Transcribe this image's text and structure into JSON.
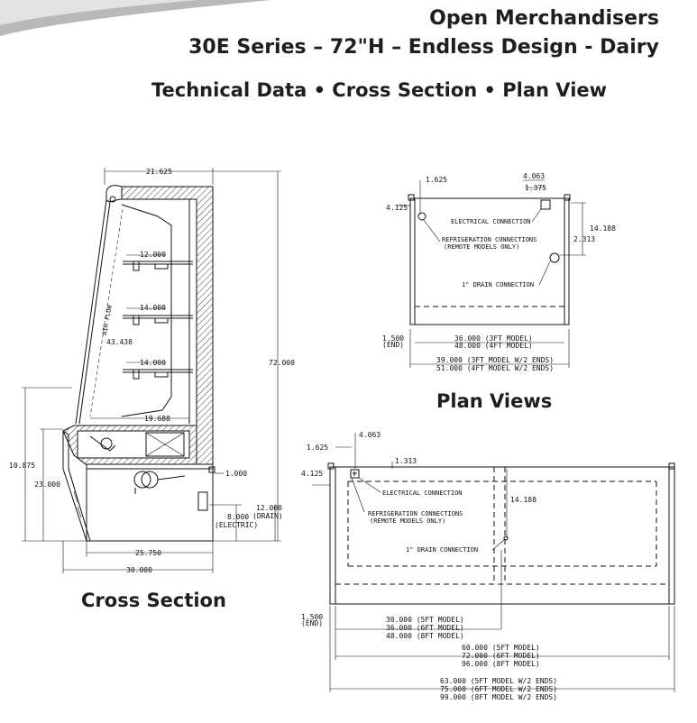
{
  "header": {
    "line1": "Open Merchandisers",
    "line2": "30E Series – 72\"H – Endless Design - Dairy",
    "line3": "Technical Data • Cross Section • Plan View"
  },
  "cross_section": {
    "label": "Cross Section",
    "dims": {
      "top_width": "21.625",
      "height": "72.000",
      "shelf1": "12.000",
      "shelf2": "14.000",
      "shelf3": "14.000",
      "diag": "43.438",
      "airflow": "AIR FLOW",
      "deck": "19.688",
      "left_h": "10.875",
      "base_h": "23.000",
      "base_w": "25.750",
      "total_w": "30.000",
      "ref_1": "1.000",
      "drain_val": "12.000",
      "drain_lbl": "(DRAIN)",
      "elec_val": "8.000",
      "elec_lbl": "(ELECTRIC)"
    }
  },
  "plan_small": {
    "dims": {
      "d1625": "1.625",
      "d4063": "4.063",
      "d1375": "1.375",
      "d4125": "4.125",
      "d14188": "14.188",
      "d2313": "2.313",
      "end_val": "1.500",
      "end_lbl": "(END)",
      "w36": "36.000 (3FT MODEL)",
      "w48": "48.000 (4FT MODEL)",
      "w39": "39.000 (3FT MODEL W/2 ENDS)",
      "w51": "51.000 (4FT MODEL W/2 ENDS)"
    },
    "labels": {
      "electrical": "ELECTRICAL CONNECTION",
      "refrig1": "REFRIGERATION CONNECTIONS",
      "refrig2": "(REMOTE MODELS ONLY)",
      "drain": "1\" DRAIN CONNECTION"
    }
  },
  "plan_views_label": "Plan Views",
  "plan_large": {
    "dims": {
      "d1625": "1.625",
      "d4063": "4.063",
      "d1313": "1.313",
      "d4125": "4.125",
      "d14188": "14.188",
      "end_val": "1.500",
      "end_lbl": "(END)",
      "w30": "30.000 (5FT MODEL)",
      "w36": "36.000 (6FT MODEL)",
      "w48": "48.000 (8FT MODEL)",
      "w60": "60.000 (5FT MODEL)",
      "w72": "72.000 (6FT MODEL)",
      "w96": "96.000 (8FT MODEL)",
      "w63": "63.000 (5FT MODEL W/2 ENDS)",
      "w75": "75.000 (6FT MODEL W/2 ENDS)",
      "w99": "99.000 (8FT MODEL W/2 ENDS)"
    },
    "labels": {
      "electrical": "ELECTRICAL CONNECTION",
      "refrig1": "REFRIGERATION CONNECTIONS",
      "refrig2": "(REMOTE MODELS ONLY)",
      "drain": "1\" DRAIN CONNECTION"
    }
  }
}
